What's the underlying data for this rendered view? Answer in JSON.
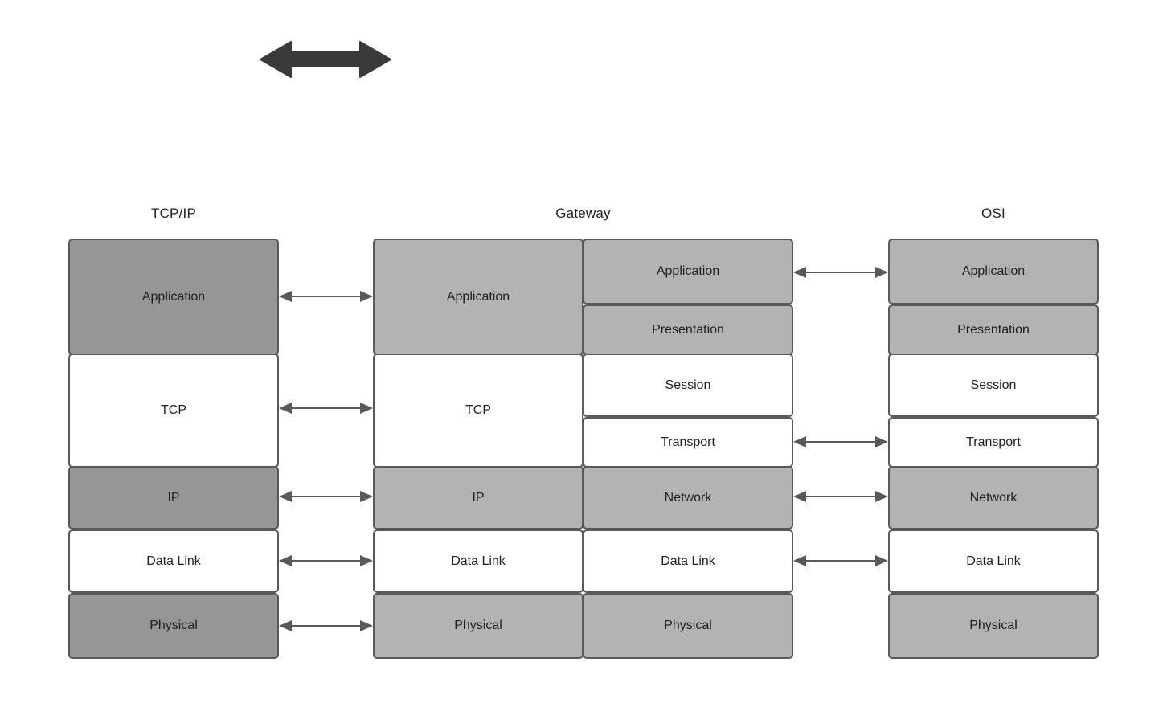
{
  "diagram": {
    "title_top_arrow": "bidirectional-arrow",
    "colors": {
      "box_border": "#595959",
      "shade_dark": "#969696",
      "shade_light": "#b3b3b3",
      "shade_white": "#ffffff",
      "arrow": "#595959",
      "top_arrow_fill": "#3a3a3a",
      "text": "#1f1f1f",
      "background": "#ffffff"
    }
  },
  "columns": {
    "tcpip": {
      "heading": "TCP/IP",
      "layers": [
        {
          "label": "Application",
          "shade": "dark"
        },
        {
          "label": "TCP",
          "shade": "white"
        },
        {
          "label": "IP",
          "shade": "dark"
        },
        {
          "label": "Data Link",
          "shade": "white"
        },
        {
          "label": "Physical",
          "shade": "dark"
        }
      ]
    },
    "gateway": {
      "heading": "Gateway",
      "left_layers": [
        {
          "label": "Application",
          "shade": "light"
        },
        {
          "label": "TCP",
          "shade": "white"
        },
        {
          "label": "IP",
          "shade": "light"
        },
        {
          "label": "Data Link",
          "shade": "white"
        },
        {
          "label": "Physical",
          "shade": "light"
        }
      ],
      "right_layers": [
        {
          "label": "Application",
          "shade": "light"
        },
        {
          "label": "Presentation",
          "shade": "light"
        },
        {
          "label": "Session",
          "shade": "white"
        },
        {
          "label": "Transport",
          "shade": "white"
        },
        {
          "label": "Network",
          "shade": "light"
        },
        {
          "label": "Data Link",
          "shade": "white"
        },
        {
          "label": "Physical",
          "shade": "light"
        }
      ]
    },
    "osi": {
      "heading": "OSI",
      "layers": [
        {
          "label": "Application",
          "shade": "light"
        },
        {
          "label": "Presentation",
          "shade": "light"
        },
        {
          "label": "Session",
          "shade": "white"
        },
        {
          "label": "Transport",
          "shade": "white"
        },
        {
          "label": "Network",
          "shade": "light"
        },
        {
          "label": "Data Link",
          "shade": "white"
        },
        {
          "label": "Physical",
          "shade": "light"
        }
      ]
    }
  },
  "connectors": {
    "left_gap": [
      {
        "from": "Application",
        "to": "Application"
      },
      {
        "from": "TCP",
        "to": "TCP"
      },
      {
        "from": "IP",
        "to": "IP"
      },
      {
        "from": "Data Link",
        "to": "Data Link"
      },
      {
        "from": "Physical",
        "to": "Physical"
      }
    ],
    "right_gap": [
      {
        "from": "Application",
        "to": "Application"
      },
      {
        "from": "Transport",
        "to": "Transport"
      },
      {
        "from": "Network",
        "to": "Network"
      },
      {
        "from": "Data Link",
        "to": "Data Link"
      }
    ]
  }
}
